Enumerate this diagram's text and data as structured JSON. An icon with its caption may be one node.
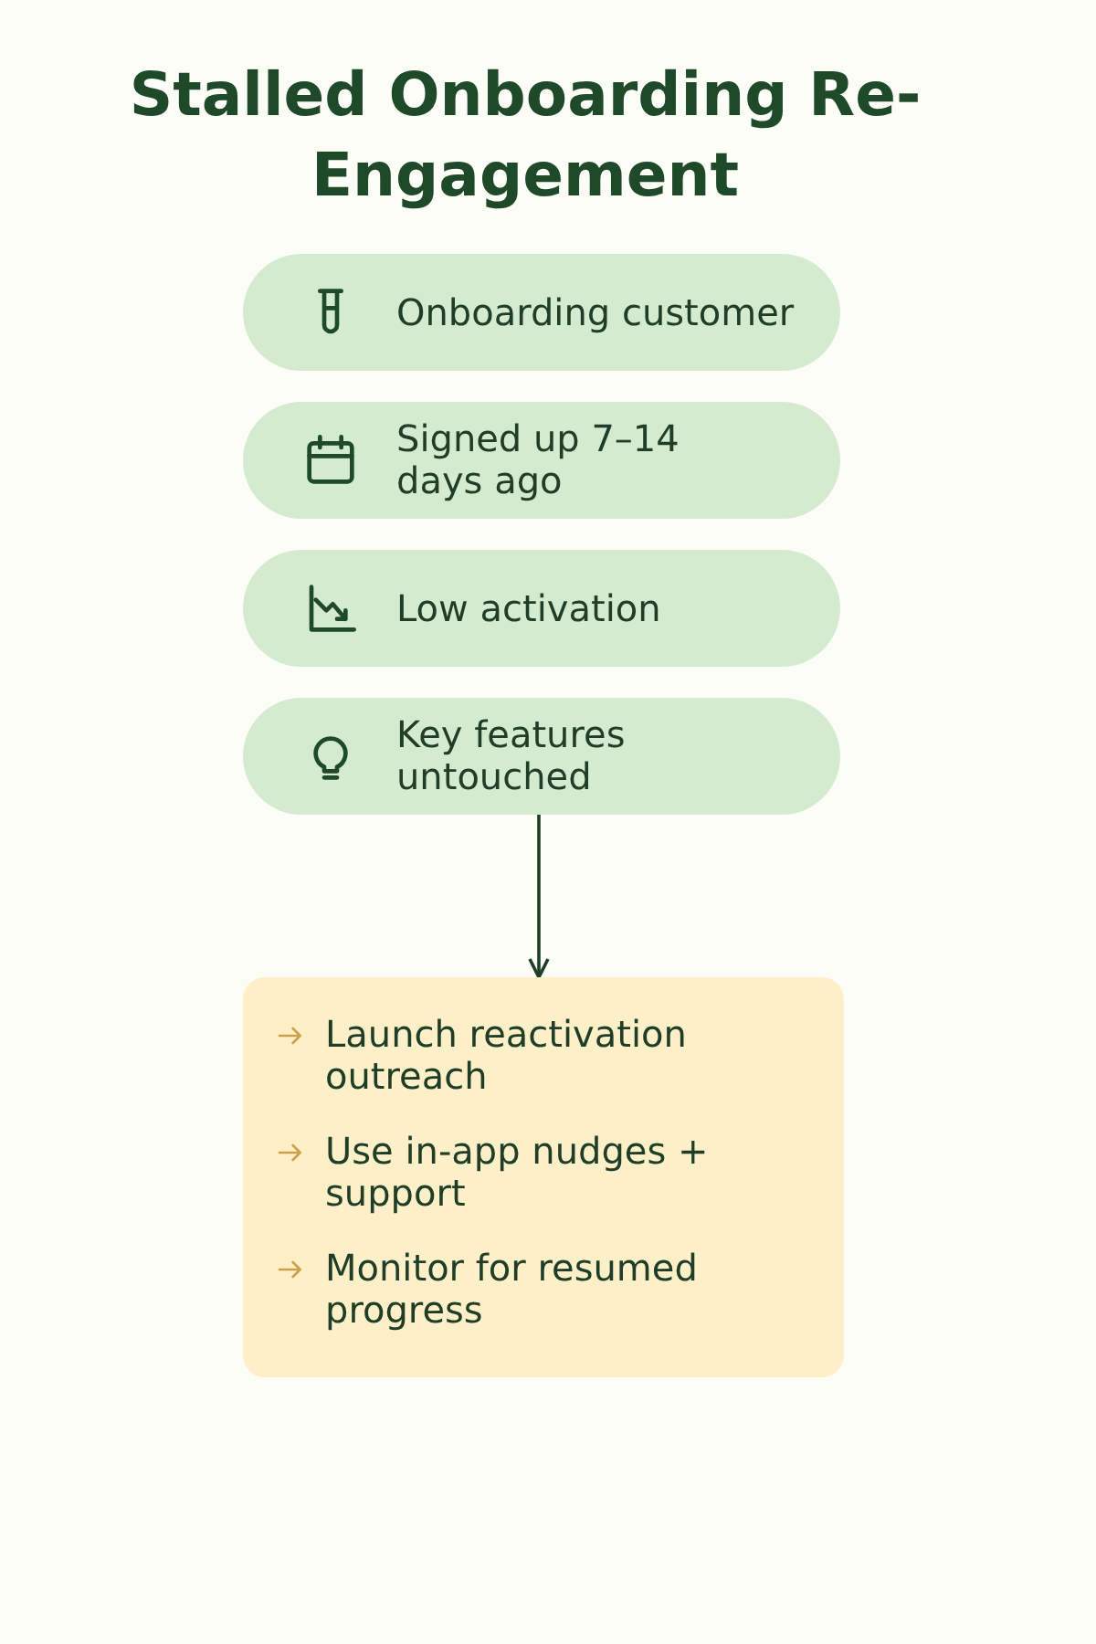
{
  "diagram": {
    "title": "Stalled Onboarding Re-Engagement",
    "nodes": [
      {
        "text": [
          "Onboarding customer"
        ]
      },
      {
        "text": [
          "Signed up 7–14 days ago"
        ]
      },
      {
        "text": [
          "Low activation"
        ]
      },
      {
        "text": [
          "Key features untouched"
        ]
      },
      {
        "text": [
          "Launch reactivation outreach",
          "Use in-app nudges + support",
          "Monitor for resumed progress"
        ]
      }
    ],
    "edges": [
      {
        "from": 3,
        "to": 4,
        "arrow": "to"
      }
    ]
  }
}
